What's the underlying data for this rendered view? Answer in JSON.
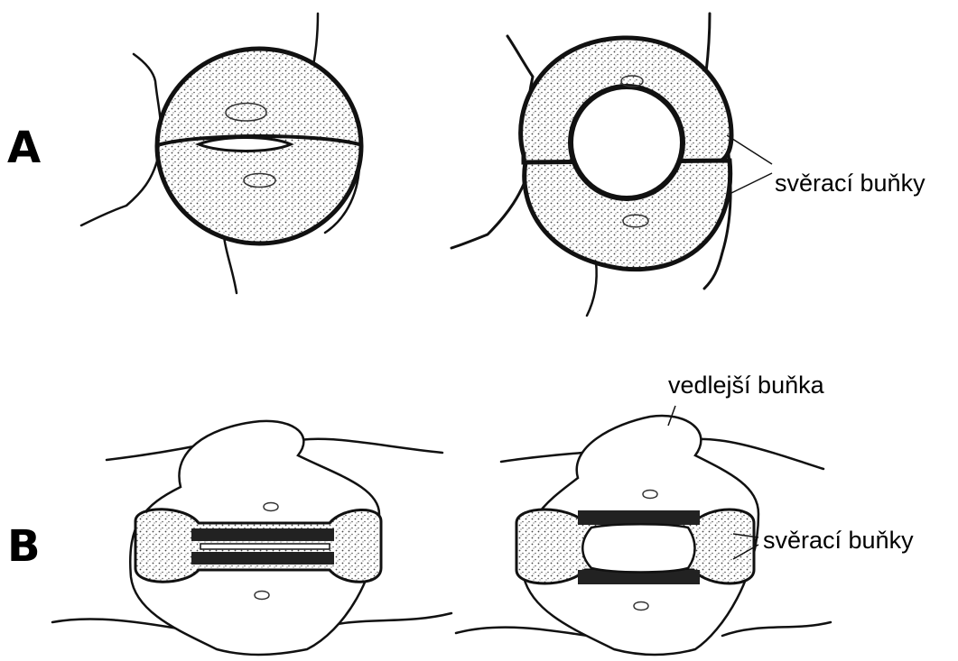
{
  "panels": {
    "a": {
      "letter": "A"
    },
    "b": {
      "letter": "B"
    }
  },
  "labels": {
    "guard_cells_a": "svěrací buňky",
    "subsidiary_cell": "vedlejší buňka",
    "guard_cells_b": "svěrací buňky"
  },
  "colors": {
    "ink": "#111111",
    "stipple": "#444444",
    "background": "#ffffff"
  }
}
